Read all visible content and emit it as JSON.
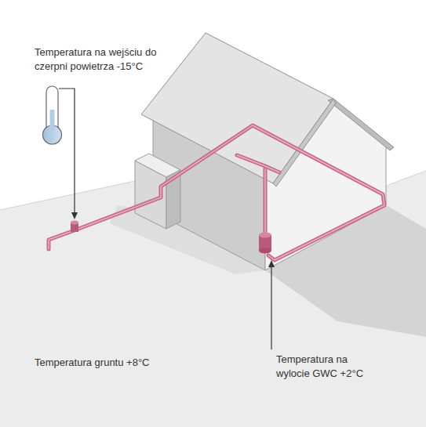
{
  "diagram": {
    "labels": [
      "Temperatura na wejściu do czerpni powietrza -15°C",
      "Temperatura gruntu +8°C",
      "Temperatura na wylocie GWC +2°C"
    ]
  }
}
